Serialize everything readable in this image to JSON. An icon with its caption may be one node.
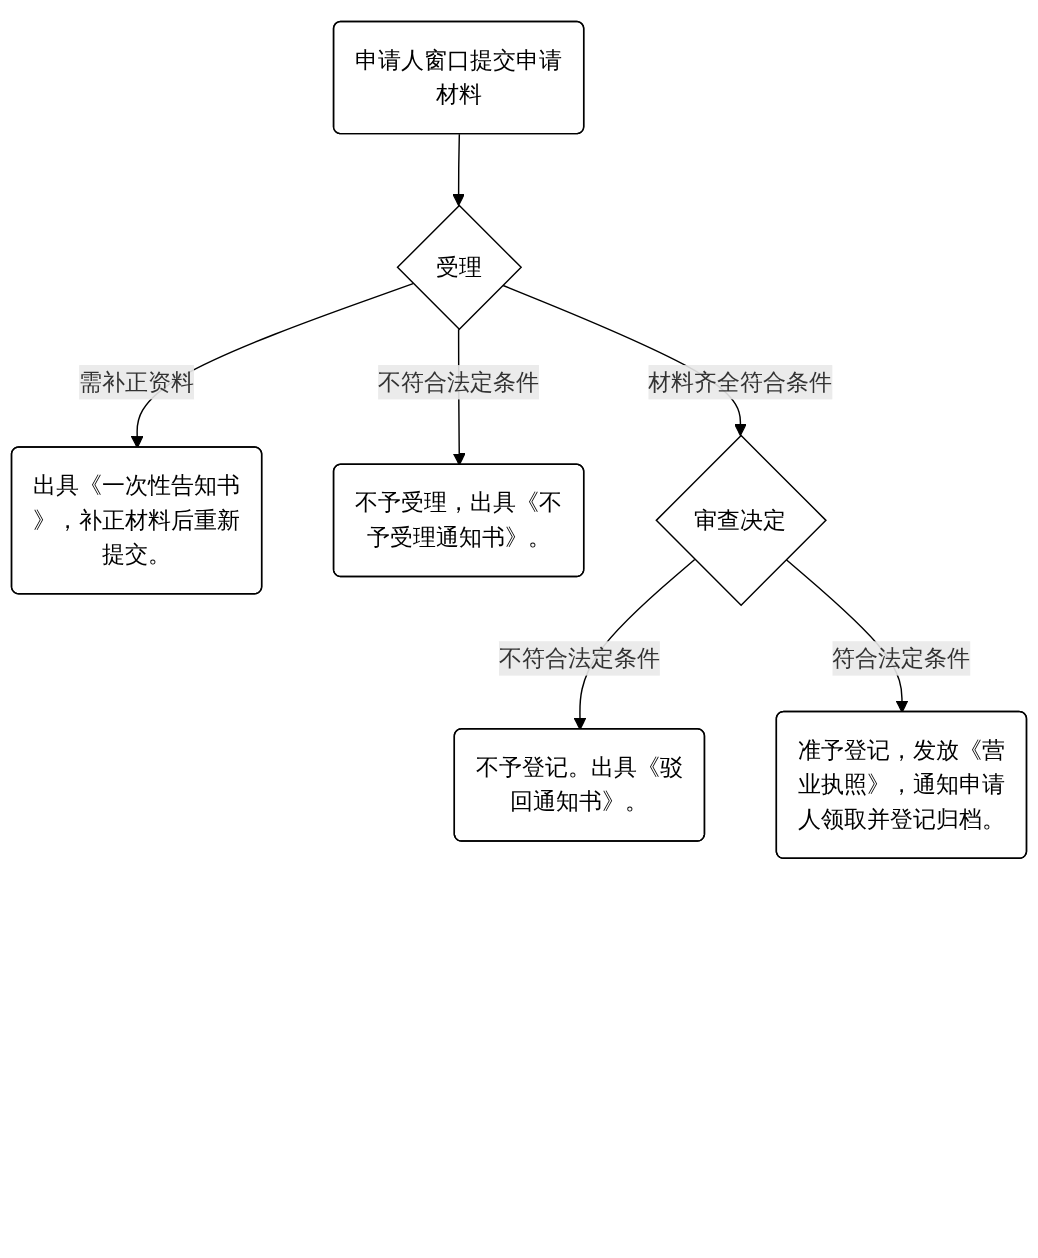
{
  "diagram": {
    "nodes": [
      {
        "text": [
          "申请人窗口提交申请材料"
        ]
      },
      {
        "text": [
          "受理"
        ]
      },
      {
        "text": [
          "出具《一次性告知书》，补正材料后重新提交。"
        ]
      },
      {
        "text": [
          "不予受理，出具《不予受理通知书》。"
        ]
      },
      {
        "text": [
          "审查决定"
        ]
      },
      {
        "text": [
          "不予登记。出具《驳回通知书》。"
        ]
      },
      {
        "text": [
          "准予登记，发放《营业执照》，通知申请人领取并登记归档。"
        ]
      }
    ],
    "edges": [
      {
        "from": 0,
        "to": 1,
        "arrow": "to"
      },
      {
        "from": 1,
        "to": 2,
        "arrow": "to",
        "label": "需补正资料"
      },
      {
        "from": 1,
        "to": 3,
        "arrow": "to",
        "label": "不符合法定条件"
      },
      {
        "from": 1,
        "to": 4,
        "arrow": "to",
        "label": "材料齐全符合条件"
      },
      {
        "from": 4,
        "to": 5,
        "arrow": "to",
        "label": "不符合法定条件"
      },
      {
        "from": 4,
        "to": 6,
        "arrow": "to",
        "label": "符合法定条件"
      }
    ]
  }
}
